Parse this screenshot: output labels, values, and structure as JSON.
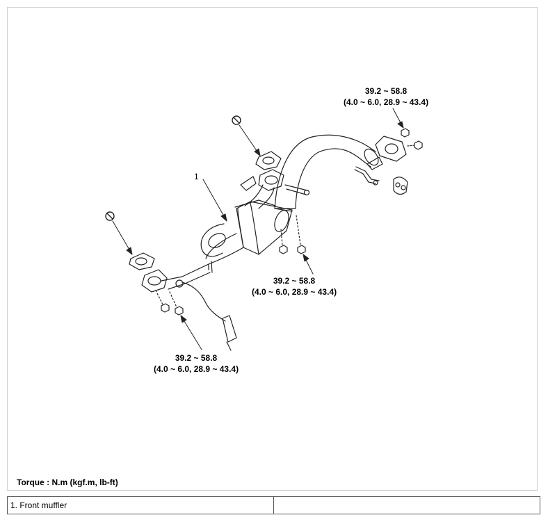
{
  "figure": {
    "callout_number": "1",
    "torque_specs": [
      {
        "value": "39.2 ~ 58.8",
        "converted": "(4.0 ~ 6.0, 28.9 ~ 43.4)"
      },
      {
        "value": "39.2 ~ 58.8",
        "converted": "(4.0 ~ 6.0, 28.9 ~ 43.4)"
      },
      {
        "value": "39.2 ~ 58.8",
        "converted": "(4.0 ~ 6.0, 28.9 ~ 43.4)"
      }
    ],
    "torque_unit_label": "Torque : N.m (kgf.m, lb-ft)",
    "icons": [
      "do-not-reuse-icon",
      "do-not-reuse-icon"
    ]
  },
  "legend": {
    "rows": [
      {
        "left": "1. Front muffler",
        "right": ""
      }
    ]
  },
  "colors": {
    "line": "#222222",
    "frame": "#cfcfcf"
  }
}
